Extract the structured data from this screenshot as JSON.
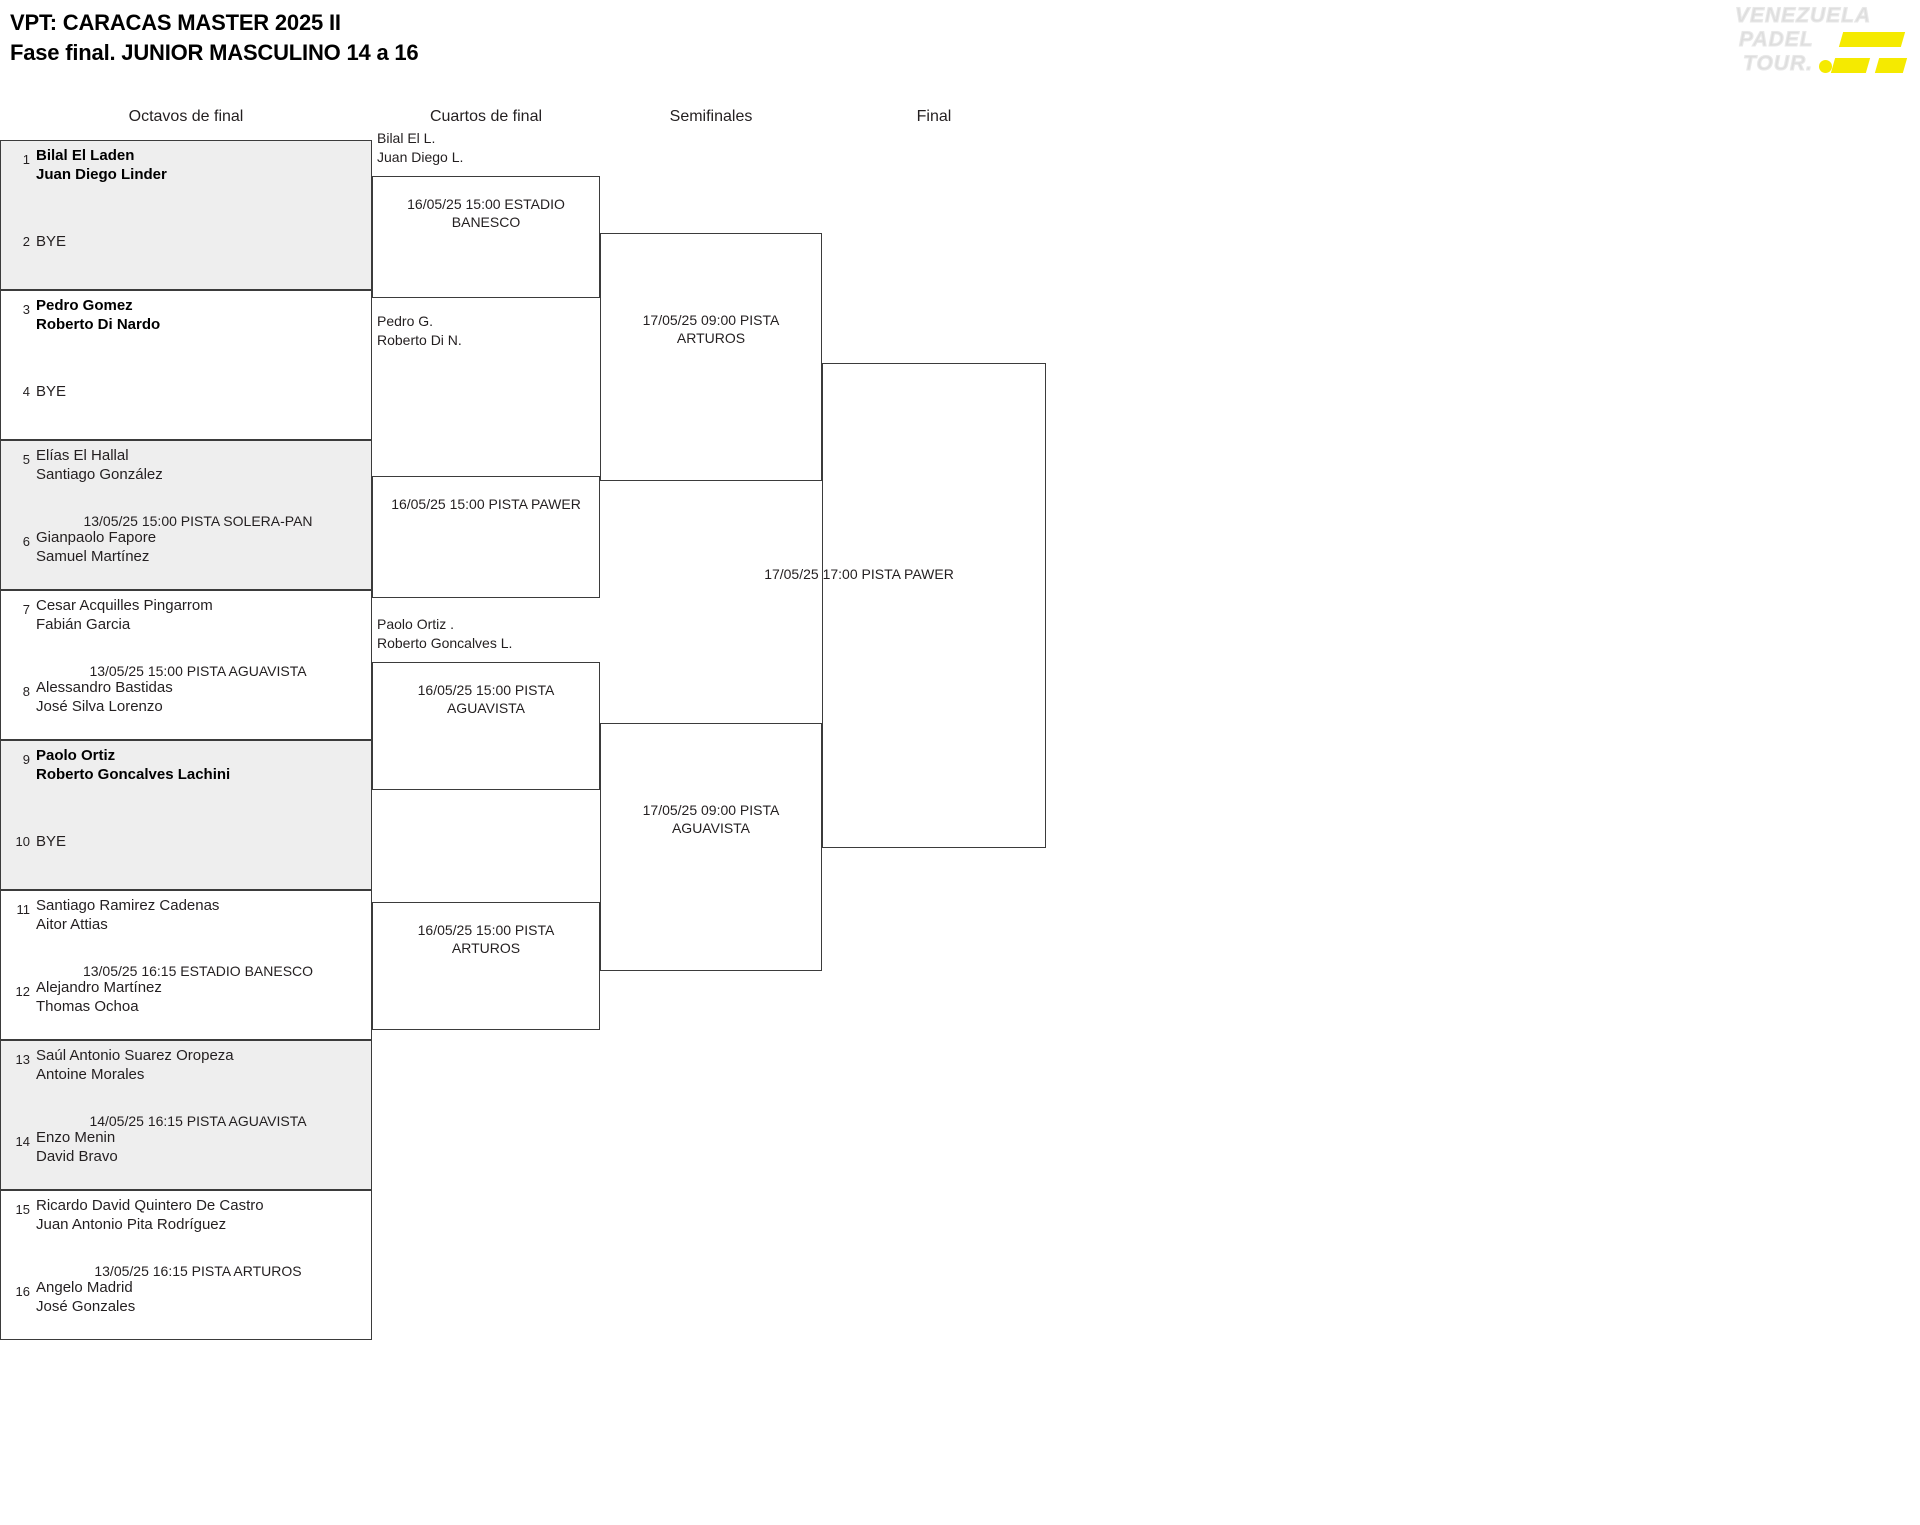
{
  "header": {
    "title_line1": "VPT: CARACAS MASTER 2025 II",
    "title_line2": "Fase final. JUNIOR MASCULINO 14 a 16"
  },
  "logo": {
    "line1": "VENEZUELA",
    "line2": "PADEL",
    "line3": "TOUR.",
    "accent_color": "#f5ea00"
  },
  "rounds": [
    {
      "label": "Octavos de final"
    },
    {
      "label": "Cuartos de final"
    },
    {
      "label": "Semifinales"
    },
    {
      "label": "Final"
    }
  ],
  "round_of_16": {
    "matches": [
      {
        "shaded": true,
        "meta": "",
        "slots": [
          {
            "seed": "1",
            "bye": false,
            "winner": true,
            "p1": "Bilal El Laden",
            "p2": "Juan Diego Linder"
          },
          {
            "seed": "2",
            "bye": true,
            "winner": false,
            "p1": "BYE",
            "p2": ""
          }
        ]
      },
      {
        "shaded": false,
        "meta": "",
        "slots": [
          {
            "seed": "3",
            "bye": false,
            "winner": true,
            "p1": "Pedro Gomez",
            "p2": "Roberto Di Nardo"
          },
          {
            "seed": "4",
            "bye": true,
            "winner": false,
            "p1": "BYE",
            "p2": ""
          }
        ]
      },
      {
        "shaded": true,
        "meta": "13/05/25 15:00 PISTA SOLERA-PAN",
        "slots": [
          {
            "seed": "5",
            "bye": false,
            "winner": false,
            "p1": "Elías El Hallal",
            "p2": "Santiago González"
          },
          {
            "seed": "6",
            "bye": false,
            "winner": false,
            "p1": "Gianpaolo Fapore",
            "p2": "Samuel Martínez"
          }
        ]
      },
      {
        "shaded": false,
        "meta": "13/05/25 15:00 PISTA AGUAVISTA",
        "slots": [
          {
            "seed": "7",
            "bye": false,
            "winner": false,
            "p1": "Cesar Acquilles Pingarrom",
            "p2": "Fabián Garcia"
          },
          {
            "seed": "8",
            "bye": false,
            "winner": false,
            "p1": "Alessandro Bastidas",
            "p2": "José Silva Lorenzo"
          }
        ]
      },
      {
        "shaded": true,
        "meta": "",
        "slots": [
          {
            "seed": "9",
            "bye": false,
            "winner": true,
            "p1": "Paolo Ortiz",
            "p2": "Roberto Goncalves Lachini"
          },
          {
            "seed": "10",
            "bye": true,
            "winner": false,
            "p1": "BYE",
            "p2": ""
          }
        ]
      },
      {
        "shaded": false,
        "meta": "13/05/25 16:15 ESTADIO BANESCO",
        "slots": [
          {
            "seed": "11",
            "bye": false,
            "winner": false,
            "p1": "Santiago Ramirez Cadenas",
            "p2": "Aitor Attias"
          },
          {
            "seed": "12",
            "bye": false,
            "winner": false,
            "p1": "Alejandro Martínez",
            "p2": "Thomas Ochoa"
          }
        ]
      },
      {
        "shaded": true,
        "meta": "14/05/25 16:15 PISTA AGUAVISTA",
        "slots": [
          {
            "seed": "13",
            "bye": false,
            "winner": false,
            "p1": "Saúl Antonio Suarez Oropeza",
            "p2": "Antoine Morales"
          },
          {
            "seed": "14",
            "bye": false,
            "winner": false,
            "p1": "Enzo Menin",
            "p2": "David Bravo"
          }
        ]
      },
      {
        "shaded": false,
        "meta": "13/05/25 16:15 PISTA ARTUROS",
        "slots": [
          {
            "seed": "15",
            "bye": false,
            "winner": false,
            "p1": "Ricardo David Quintero De Castro",
            "p2": "Juan Antonio Pita Rodríguez"
          },
          {
            "seed": "16",
            "bye": false,
            "winner": false,
            "p1": "Angelo Madrid",
            "p2": "José Gonzales"
          }
        ]
      }
    ]
  },
  "quarterfinals": {
    "matches": [
      {
        "meta": "16/05/25 15:00 ESTADIO BANESCO",
        "top": {
          "p1": "Bilal El L.",
          "p2": "Juan Diego L."
        },
        "bottom": {
          "p1": "Pedro G.",
          "p2": "Roberto Di N."
        }
      },
      {
        "meta": "16/05/25 15:00 PISTA PAWER",
        "top": {
          "p1": "",
          "p2": ""
        },
        "bottom": {
          "p1": "",
          "p2": ""
        }
      },
      {
        "meta": "16/05/25 15:00 PISTA AGUAVISTA",
        "top": {
          "p1": "Paolo Ortiz .",
          "p2": "Roberto Goncalves L."
        },
        "bottom": {
          "p1": "",
          "p2": ""
        }
      },
      {
        "meta": "16/05/25 15:00 PISTA ARTUROS",
        "top": {
          "p1": "",
          "p2": ""
        },
        "bottom": {
          "p1": "",
          "p2": ""
        }
      }
    ]
  },
  "semifinals": {
    "matches": [
      {
        "meta": "17/05/25 09:00 PISTA ARTUROS"
      },
      {
        "meta": "17/05/25 09:00 PISTA AGUAVISTA"
      }
    ]
  },
  "final": {
    "matches": [
      {
        "meta": "17/05/25 17:00 PISTA PAWER"
      }
    ]
  }
}
